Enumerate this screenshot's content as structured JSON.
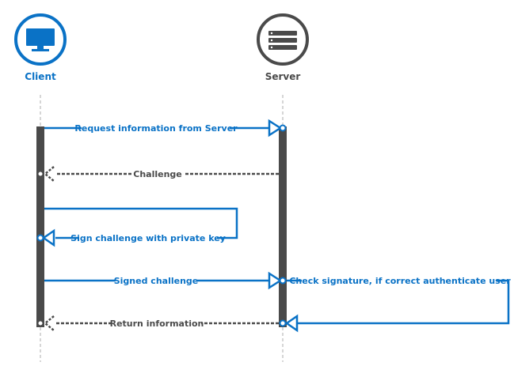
{
  "colors": {
    "blue": "#0a72c6",
    "gray": "#4a4a4a",
    "lifeline": "#c8c8c8",
    "white": "#ffffff"
  },
  "actors": {
    "client": {
      "name": "Client",
      "icon": "monitor-icon"
    },
    "server": {
      "name": "Server",
      "icon": "server-rack-icon"
    }
  },
  "messages": [
    {
      "id": "request",
      "text": "Request information from Server",
      "from": "client",
      "to": "server",
      "style": "solid",
      "color": "blue"
    },
    {
      "id": "challenge",
      "text": "Challenge",
      "from": "server",
      "to": "client",
      "style": "dashed",
      "color": "gray"
    },
    {
      "id": "sign",
      "text": "Sign challenge with private key",
      "from": "client",
      "to": "client",
      "style": "solid",
      "color": "blue"
    },
    {
      "id": "signed",
      "text": "Signed challenge",
      "from": "client",
      "to": "server",
      "style": "solid",
      "color": "blue"
    },
    {
      "id": "check",
      "text": "Check signature, if correct authenticate user",
      "from": "server",
      "to": "server",
      "style": "solid",
      "color": "blue"
    },
    {
      "id": "return",
      "text": "Return information",
      "from": "server",
      "to": "client",
      "style": "dashed",
      "color": "gray"
    }
  ]
}
